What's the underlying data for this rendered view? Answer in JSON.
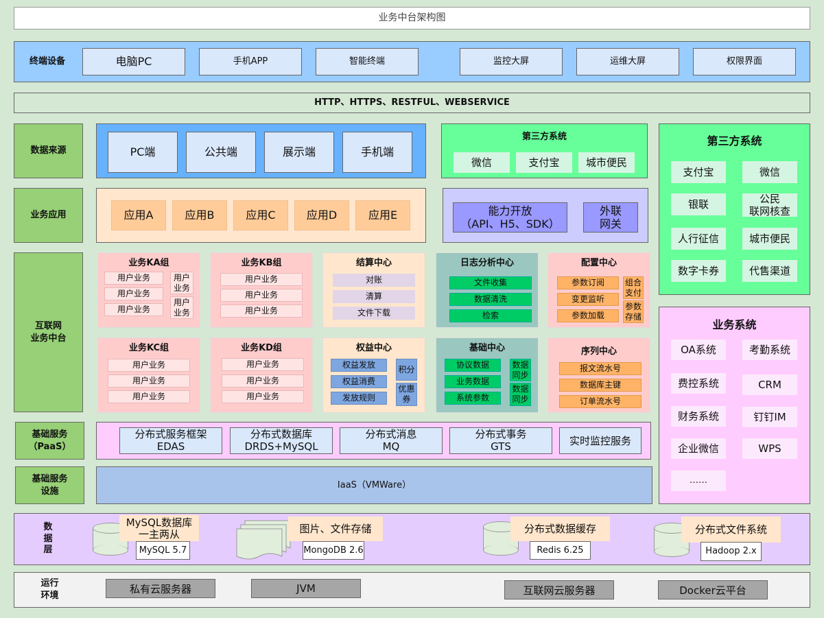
{
  "title": "业务中台架构图",
  "terminal": {
    "label": "终端设备",
    "items": [
      "电脑PC",
      "手机APP",
      "智能终端",
      "监控大屏",
      "运维大屏",
      "权限界面"
    ]
  },
  "protocol": "HTTP、HTTPS、RESTFUL、WEBSERVICE",
  "data_source": {
    "label": "数据来源",
    "items": [
      "PC端",
      "公共端",
      "展示端",
      "手机端"
    ]
  },
  "third_party_small": {
    "title": "第三方系统",
    "items": [
      "微信",
      "支付宝",
      "城市便民"
    ]
  },
  "third_party_big": {
    "title": "第三方系统",
    "items": [
      "支付宝",
      "微信",
      "银联",
      "公民\n联网核查",
      "人行征信",
      "城市便民",
      "数字卡券",
      "代售渠道"
    ]
  },
  "biz_app": {
    "label": "业务应用",
    "items": [
      "应用A",
      "应用B",
      "应用C",
      "应用D",
      "应用E"
    ]
  },
  "capability": {
    "open": "能力开放\n（API、H5、SDK）",
    "gateway": "外联\n网关"
  },
  "middle_platform": {
    "label": "互联网\n业务中台"
  },
  "ka": {
    "title": "业务KA组",
    "items": [
      "用户业务",
      "用户业务",
      "用户业务"
    ],
    "side": [
      "用户\n业务",
      "用户\n业务"
    ]
  },
  "kb": {
    "title": "业务KB组",
    "items": [
      "用户业务",
      "用户业务",
      "用户业务"
    ]
  },
  "settle": {
    "title": "结算中心",
    "items": [
      "对账",
      "清算",
      "文件下载"
    ]
  },
  "log": {
    "title": "日志分析中心",
    "items": [
      "文件收集",
      "数据清洗",
      "检索"
    ]
  },
  "config": {
    "title": "配置中心",
    "items": [
      "参数订阅",
      "变更监听",
      "参数加载"
    ],
    "side": [
      "组合\n支付",
      "参数\n存储"
    ]
  },
  "kc": {
    "title": "业务KC组",
    "items": [
      "用户业务",
      "用户业务",
      "用户业务"
    ]
  },
  "kd": {
    "title": "业务KD组",
    "items": [
      "用户业务",
      "用户业务",
      "用户业务"
    ]
  },
  "rights": {
    "title": "权益中心",
    "items": [
      "权益发放",
      "权益消费",
      "发放规则"
    ],
    "side": [
      "积分",
      "优惠\n券"
    ]
  },
  "base_center": {
    "title": "基础中心",
    "items": [
      "协议数据",
      "业务数据",
      "系统参数"
    ],
    "side": [
      "数据\n同步",
      "数据\n同步"
    ]
  },
  "sequence": {
    "title": "序列中心",
    "items": [
      "报文流水号",
      "数据库主键",
      "订单流水号"
    ]
  },
  "paas": {
    "label": "基础服务\n（PaaS）",
    "items": [
      "分布式服务框架\nEDAS",
      "分布式数据库\nDRDS+MySQL",
      "分布式消息\nMQ",
      "分布式事务\nGTS",
      "实时监控服务"
    ]
  },
  "iaas": {
    "label": "基础服务\n设施",
    "value": "IaaS（VMWare）"
  },
  "business_systems": {
    "title": "业务系统",
    "items": [
      "OA系统",
      "考勤系统",
      "费控系统",
      "CRM",
      "财务系统",
      "钉钉IM",
      "企业微信",
      "WPS",
      "……"
    ]
  },
  "data_layer": {
    "label": "数\n据\n层",
    "stores": [
      {
        "name": "MySQL数据库\n一主两从",
        "version": "MySQL 5.7"
      },
      {
        "name": "图片、文件存储",
        "version": "MongoDB 2.6"
      },
      {
        "name": "分布式数据缓存",
        "version": "Redis 6.25"
      },
      {
        "name": "分布式文件系统",
        "version": "Hadoop 2.x"
      }
    ]
  },
  "runtime": {
    "label": "运行\n环境",
    "items": [
      "私有云服务器",
      "JVM",
      "互联网云服务器",
      "Docker云平台"
    ]
  },
  "colors": {
    "page": "#d5e8d4",
    "terminal_bg": "#99ccff",
    "blue_item": "#dae8fc",
    "green": "#66ff99",
    "orange_bg": "#ffe6cc",
    "orange_item": "#ffcc99",
    "purple": "#ccccff",
    "pink": "#ffcccc",
    "teal": "#9ac7bf",
    "lightpink": "#ffccff",
    "label_green": "#97d077",
    "iaas": "#a9c4eb",
    "data_layer": "#e5ccff",
    "runtime": "#f2f2f2"
  }
}
